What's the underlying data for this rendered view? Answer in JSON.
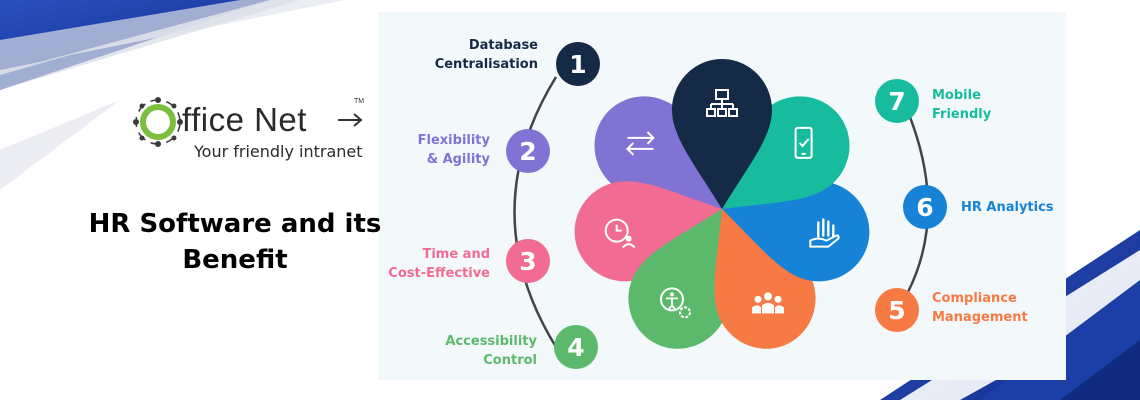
{
  "logo": {
    "wordmark": "ffice Net",
    "trademark": "TM",
    "tagline": "Your friendly intranet"
  },
  "page_title": "HR Software and its Benefit",
  "colors": {
    "navy": "#142a46",
    "purple": "#8073d3",
    "pink": "#f26b93",
    "green": "#5cb96b",
    "orange": "#f77a44",
    "blue": "#1683d6",
    "teal": "#17bc9f",
    "logo_green": "#7cbf3f",
    "background_blue": "#1b3fa6"
  },
  "benefits": [
    {
      "number": "1",
      "title_lines": [
        "Database",
        "Centralisation"
      ],
      "color": "#142a46",
      "icon": "network-hierarchy-icon"
    },
    {
      "number": "2",
      "title_lines": [
        "Flexibility",
        "& Agility"
      ],
      "color": "#8073d3",
      "icon": "swap-arrows-icon"
    },
    {
      "number": "3",
      "title_lines": [
        "Time and",
        "Cost-Effective"
      ],
      "color": "#f26b93",
      "icon": "clock-user-icon"
    },
    {
      "number": "4",
      "title_lines": [
        "Accessibility",
        "Control"
      ],
      "color": "#5cb96b",
      "icon": "accessibility-gear-icon"
    },
    {
      "number": "5",
      "title_lines": [
        "Compliance",
        "Management"
      ],
      "color": "#f77a44",
      "icon": "team-people-icon"
    },
    {
      "number": "6",
      "title_lines": [
        "HR Analytics"
      ],
      "color": "#1683d6",
      "icon": "hand-care-icon"
    },
    {
      "number": "7",
      "title_lines": [
        "Mobile",
        "Friendly"
      ],
      "color": "#17bc9f",
      "icon": "mobile-check-icon"
    }
  ]
}
